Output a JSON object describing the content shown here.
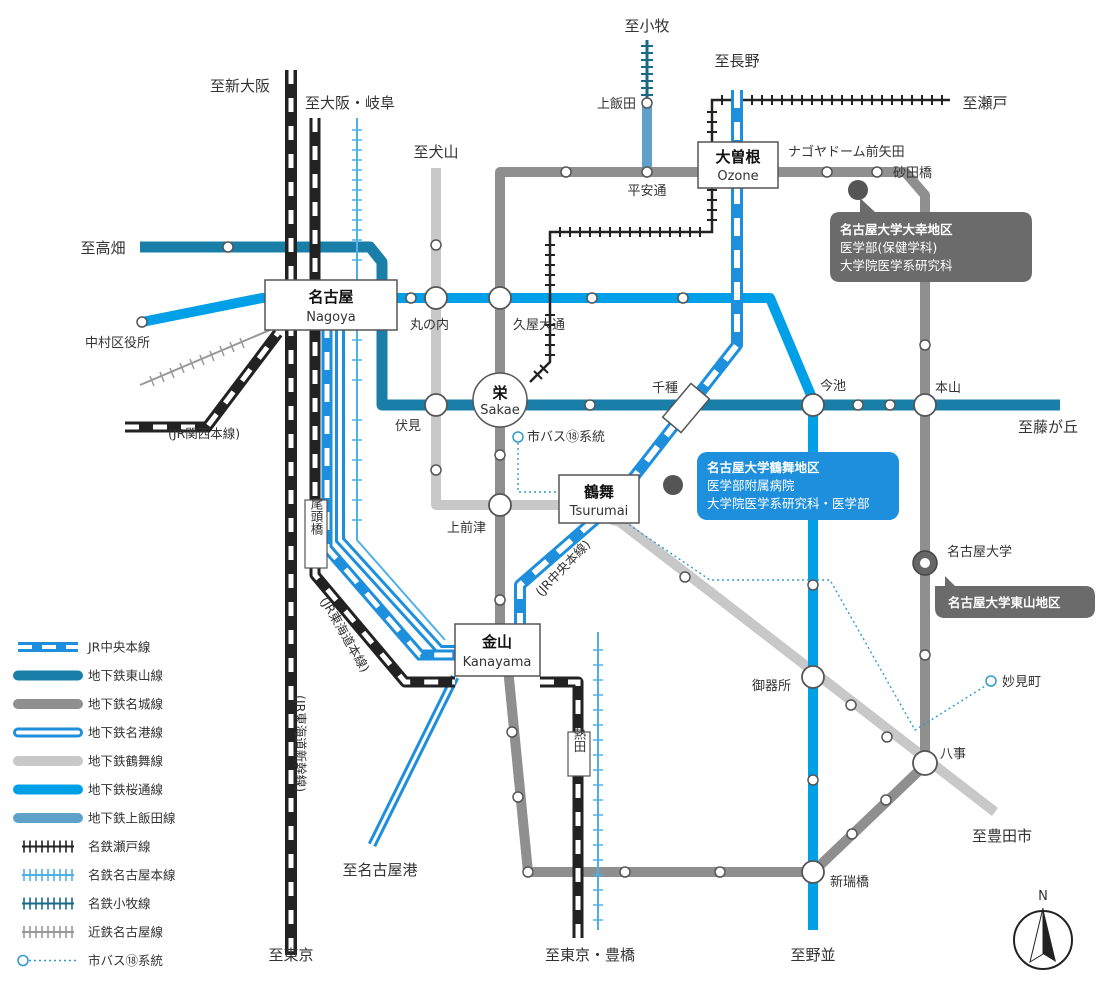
{
  "colors": {
    "jr_chuo": "#1e8fdc",
    "higashiyama": "#1a7fa8",
    "meijo": "#8f8f8f",
    "meiko": "#1e8fdc",
    "tsurumai": "#c8c8c8",
    "sakuradori": "#00a0e9",
    "kamiiida": "#5fa1c9",
    "meitetsu_seto": "#222222",
    "meitetsu_nagoya": "#4fb0e8",
    "meitetsu_komaki": "#1a6a86",
    "kintetsu": "#999999",
    "bus18": "#3399cc",
    "jr_black": "#222222",
    "callout_gray": "#6b6b6b",
    "callout_blue": "#1e8fdc"
  },
  "directions": {
    "shin_osaka": "至新大阪",
    "osaka_gifu": "至大阪・岐阜",
    "inuyama": "至犬山",
    "komaki": "至小牧",
    "nagano": "至長野",
    "seto": "至瀬戸",
    "takabata": "至高畑",
    "fujigaoka": "至藤が丘",
    "toyota": "至豊田市",
    "nagoyako": "至名古屋港",
    "tokyo": "至東京",
    "tokyo_toyohashi": "至東京・豊橋",
    "nonami": "至野並"
  },
  "major_stations": {
    "nagoya": {
      "ja": "名古屋",
      "en": "Nagoya"
    },
    "ozone": {
      "ja": "大曽根",
      "en": "Ozone"
    },
    "sakae": {
      "ja": "栄",
      "en": "Sakae"
    },
    "tsurumai": {
      "ja": "鶴舞",
      "en": "Tsurumai"
    },
    "kanayama": {
      "ja": "金山",
      "en": "Kanayama"
    }
  },
  "stations": {
    "kamiiida": "上飯田",
    "heiando": "平安通",
    "nagoya_dome": "ナゴヤドーム前矢田",
    "sunadabashi": "砂田橋",
    "nakamura_kuyakusho": "中村区役所",
    "marunouchi": "丸の内",
    "hisaya_odori": "久屋大通",
    "chikusa": "千種",
    "imaike": "今池",
    "motoyama": "本山",
    "fushimi": "伏見",
    "kamimaezu": "上前津",
    "nagoya_daigaku": "名古屋大学",
    "gokiso": "御器所",
    "yagoto": "八事",
    "aratamabashi": "新瑞橋",
    "myokencho": "妙見町",
    "bus18_stop": "市バス⑱系統"
  },
  "vertical_labels": {
    "biwajima": "尾頭橋",
    "atsuta": "熱田",
    "jr_tokaido": "(JR東海道本線)",
    "jr_chuo_line": "(JR中央本線)",
    "shinkansen": "(JR東海道新幹線)",
    "kansai": "(JR関西本線)"
  },
  "campus_callouts": {
    "daiko": {
      "title": "名古屋大学大幸地区",
      "line1": "医学部(保健学科)",
      "line2": "大学院医学系研究科"
    },
    "tsurumai": {
      "title": "名古屋大学鶴舞地区",
      "line1": "医学部附属病院",
      "line2": "大学院医学系研究科・医学部"
    },
    "higashiyama": {
      "title": "名古屋大学東山地区"
    }
  },
  "legend": [
    {
      "key": "jr_chuo",
      "label": "JR中央本線"
    },
    {
      "key": "higashiyama",
      "label": "地下鉄東山線"
    },
    {
      "key": "meijo",
      "label": "地下鉄名城線"
    },
    {
      "key": "meiko",
      "label": "地下鉄名港線"
    },
    {
      "key": "tsurumai",
      "label": "地下鉄鶴舞線"
    },
    {
      "key": "sakuradori",
      "label": "地下鉄桜通線"
    },
    {
      "key": "kamiiida",
      "label": "地下鉄上飯田線"
    },
    {
      "key": "meitetsu_seto",
      "label": "名鉄瀬戸線"
    },
    {
      "key": "meitetsu_nagoya",
      "label": "名鉄名古屋本線"
    },
    {
      "key": "meitetsu_komaki",
      "label": "名鉄小牧線"
    },
    {
      "key": "kintetsu",
      "label": "近鉄名古屋線"
    },
    {
      "key": "bus18",
      "label": "市バス⑱系統"
    }
  ],
  "compass": {
    "label": "N"
  }
}
